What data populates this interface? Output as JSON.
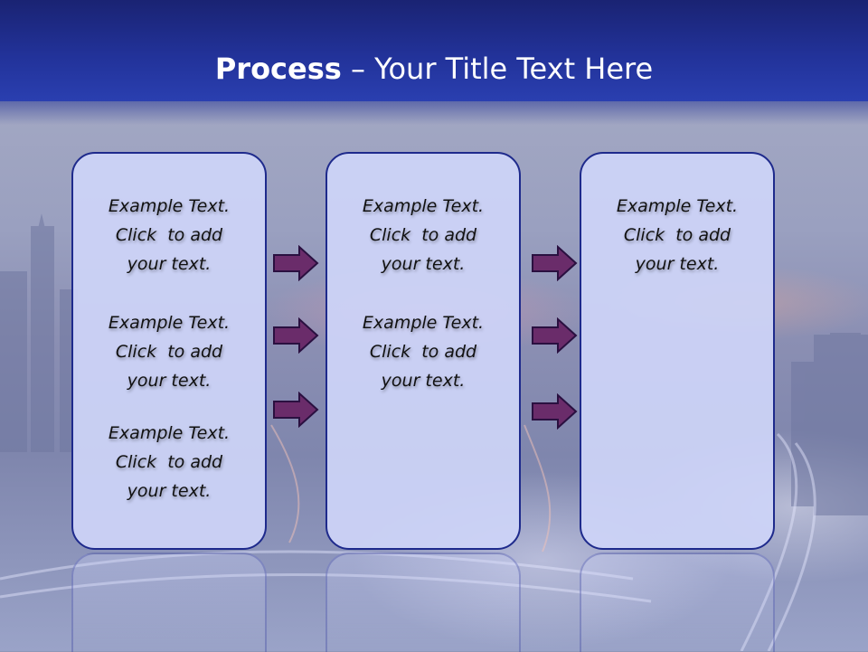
{
  "title": {
    "bold": "Process",
    "rest": " – Your Title Text Here"
  },
  "columns": [
    {
      "entries": [
        {
          "line1": "Example Text.",
          "line2": "Click  to add",
          "line3": "your text."
        },
        {
          "line1": "Example Text.",
          "line2": "Click  to add",
          "line3": "your text."
        },
        {
          "line1": "Example Text.",
          "line2": "Click  to add",
          "line3": "your text."
        }
      ]
    },
    {
      "entries": [
        {
          "line1": "Example Text.",
          "line2": "Click  to add",
          "line3": "your text."
        },
        {
          "line1": "Example Text.",
          "line2": "Click  to add",
          "line3": "your text."
        }
      ]
    },
    {
      "entries": [
        {
          "line1": "Example Text.",
          "line2": "Click  to add",
          "line3": "your text."
        }
      ]
    }
  ],
  "arrow_icons": [
    "right-arrow-icon"
  ],
  "colors": {
    "header": "#223299",
    "box_fill": "#ced4f8",
    "box_border": "#1e2a8c",
    "arrow_fill": "#6a2c6a",
    "arrow_stroke": "#2a1040"
  }
}
